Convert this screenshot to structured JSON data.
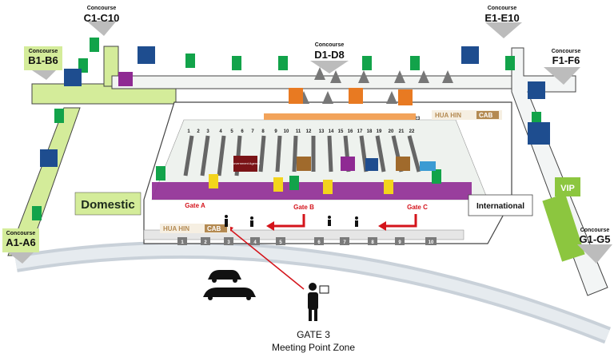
{
  "concourses": [
    {
      "id": "c1c10",
      "name": "Concourse",
      "code": "C1-C10"
    },
    {
      "id": "b1b6",
      "name": "Concourse",
      "code": "B1-B6"
    },
    {
      "id": "a1a6",
      "name": "Concourse",
      "code": "A1-A6"
    },
    {
      "id": "d1d8",
      "name": "Concourse",
      "code": "D1-D8"
    },
    {
      "id": "e1e10",
      "name": "Concourse",
      "code": "E1-E10"
    },
    {
      "id": "f1f6",
      "name": "Concourse",
      "code": "F1-F6"
    },
    {
      "id": "g1g5",
      "name": "Concourse",
      "code": "G1-G5"
    }
  ],
  "zones": {
    "domestic": "Domestic",
    "international": "International",
    "vip": "VIP",
    "government": "Government Agency"
  },
  "gates": {
    "a": "Gate A",
    "b": "Gate B",
    "c": "Gate C"
  },
  "huahin": {
    "left": "HUA HIN",
    "right": "CAB"
  },
  "door_numbers": [
    "1",
    "2",
    "3",
    "4",
    "5",
    "6",
    "7",
    "8",
    "9",
    "10"
  ],
  "counter_numbers": [
    "1",
    "2",
    "3",
    "4",
    "5",
    "6",
    "7",
    "8",
    "9",
    "10",
    "11",
    "12",
    "13",
    "14",
    "15",
    "16",
    "17",
    "18",
    "19",
    "20",
    "21",
    "22",
    "23"
  ],
  "meeting": {
    "line1": "GATE 3",
    "line2": "Meeting Point Zone"
  },
  "colors": {
    "floor": "#ffffff",
    "outline": "#444444",
    "concourse": "#d4ec9a",
    "road": "#c9d1d9",
    "purple": "#8f2a93",
    "gate_red": "#d4141b",
    "toilet": "#12a34a",
    "flight": "#1e4d8f",
    "vip": "#8cc63f"
  }
}
